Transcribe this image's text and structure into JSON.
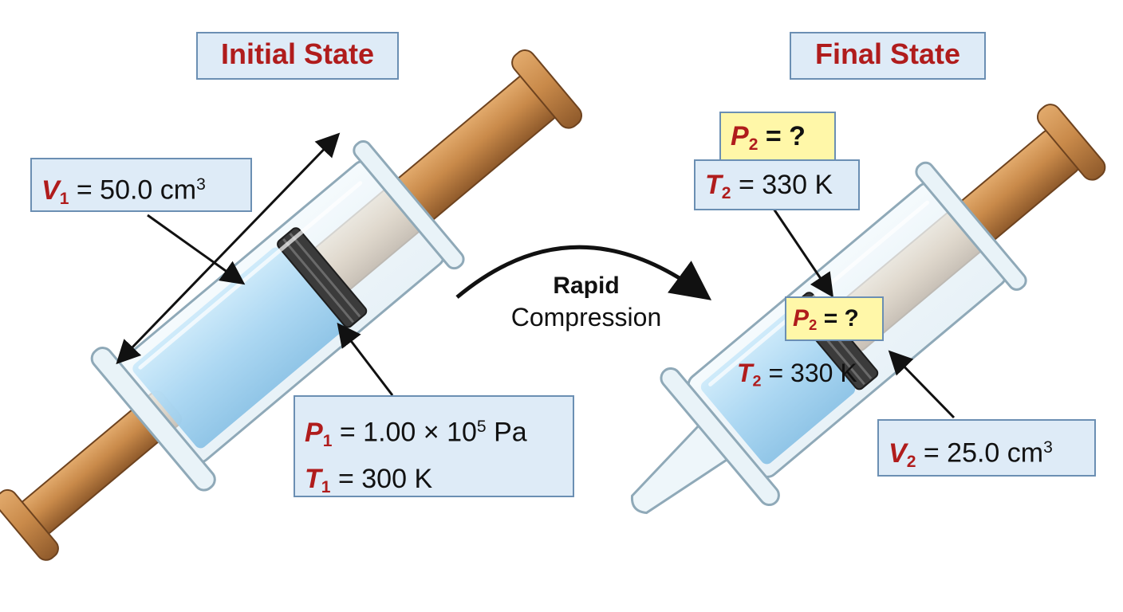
{
  "initial": {
    "title": "Initial State",
    "volume": {
      "symbol": "V",
      "sub": "1",
      "eq": " = 50.0 cm",
      "sup": "3"
    },
    "pressure": {
      "symbol": "P",
      "sub": "1",
      "eq": " = 1.00 × 10",
      "sup": "5",
      "unit": " Pa"
    },
    "temperature": {
      "symbol": "T",
      "sub": "1",
      "eq": " = 300 K"
    }
  },
  "process": {
    "line1": "Rapid",
    "line2": "Compression"
  },
  "final": {
    "title": "Final State",
    "pressure_top": {
      "symbol": "P",
      "sub": "2",
      "eq": " = ?"
    },
    "temperature_top": {
      "symbol": "T",
      "sub": "2",
      "eq": " = 330 K"
    },
    "pressure_inner": {
      "symbol": "P",
      "sub": "2",
      "eq": " = ?"
    },
    "temperature_inner": {
      "symbol": "T",
      "sub": "2",
      "eq": " = 330 K"
    },
    "volume": {
      "symbol": "V",
      "sub": "2",
      "eq": " = 25.0 cm",
      "sup": "3"
    }
  },
  "colors": {
    "variable": "#b01c1c",
    "label_bg": "#deebf7",
    "label_border": "#6b8fb3",
    "unknown_bg": "#fff7a8",
    "gas": "#a9d6f2",
    "wood": "#c98a4a"
  }
}
